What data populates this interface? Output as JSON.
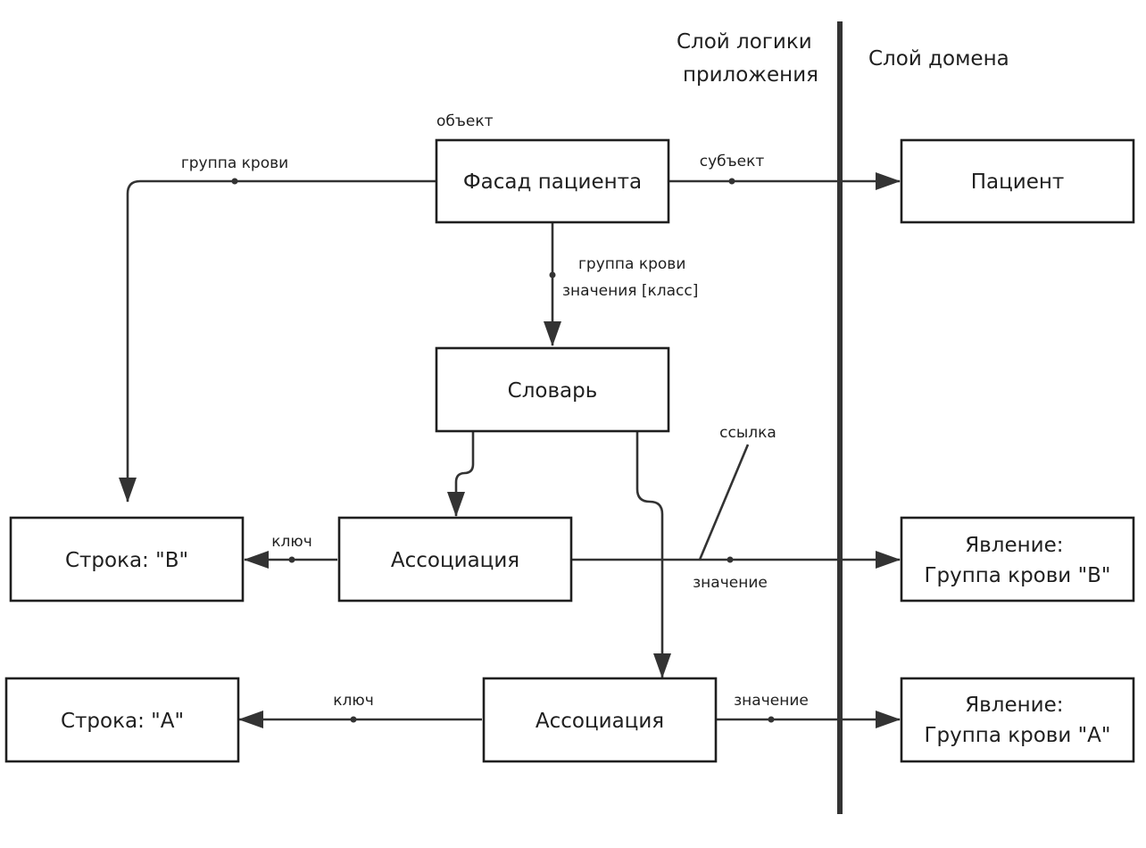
{
  "layers": {
    "app_logic": [
      "Слой логики",
      "приложения"
    ],
    "domain": "Слой домена"
  },
  "nodes": {
    "patient_facade": {
      "label": "Фасад пациента",
      "stereotype": "объект"
    },
    "patient": {
      "label": "Пациент"
    },
    "dictionary": {
      "label": "Словарь"
    },
    "string_b": {
      "label": "Строка: \"B\""
    },
    "association_b": {
      "label": "Ассоциация"
    },
    "phenomenon_b": {
      "label": [
        "Явление:",
        "Группа крови \"B\""
      ]
    },
    "string_a": {
      "label": "Строка: \"A\""
    },
    "association_a": {
      "label": "Ассоциация"
    },
    "phenomenon_a": {
      "label": [
        "Явление:",
        "Группа крови \"A\""
      ]
    }
  },
  "edges": {
    "facade_to_string_b": "группа крови",
    "facade_to_patient": "субъект",
    "facade_to_dictionary": [
      "группа крови",
      "значения [класс]"
    ],
    "assoc_b_to_string_b": "ключ",
    "assoc_b_to_phenomenon_b": "значение",
    "assoc_b_note": "ссылка",
    "assoc_a_to_string_a": "ключ",
    "assoc_a_to_phenomenon_a": "значение"
  },
  "colors": {
    "line": "#333333",
    "box_border": "#1f1f1f",
    "background": "#ffffff"
  }
}
